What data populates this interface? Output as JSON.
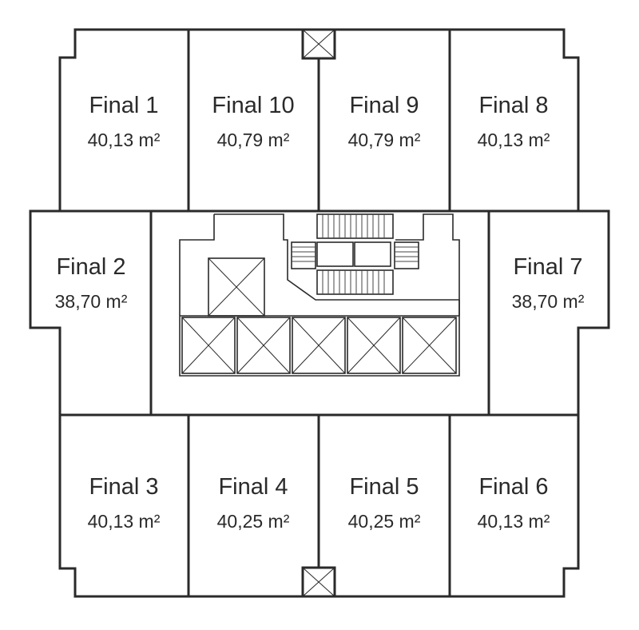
{
  "units": [
    {
      "id": "1",
      "title": "Final 1",
      "area": "40,13 m²"
    },
    {
      "id": "10",
      "title": "Final 10",
      "area": "40,79 m²"
    },
    {
      "id": "9",
      "title": "Final 9",
      "area": "40,79 m²"
    },
    {
      "id": "8",
      "title": "Final 8",
      "area": "40,13 m²"
    },
    {
      "id": "2",
      "title": "Final 2",
      "area": "38,70 m²"
    },
    {
      "id": "7",
      "title": "Final 7",
      "area": "38,70 m²"
    },
    {
      "id": "3",
      "title": "Final 3",
      "area": "40,13 m²"
    },
    {
      "id": "4",
      "title": "Final 4",
      "area": "40,25 m²"
    },
    {
      "id": "5",
      "title": "Final 5",
      "area": "40,25 m²"
    },
    {
      "id": "6",
      "title": "Final 6",
      "area": "40,13 m²"
    }
  ]
}
